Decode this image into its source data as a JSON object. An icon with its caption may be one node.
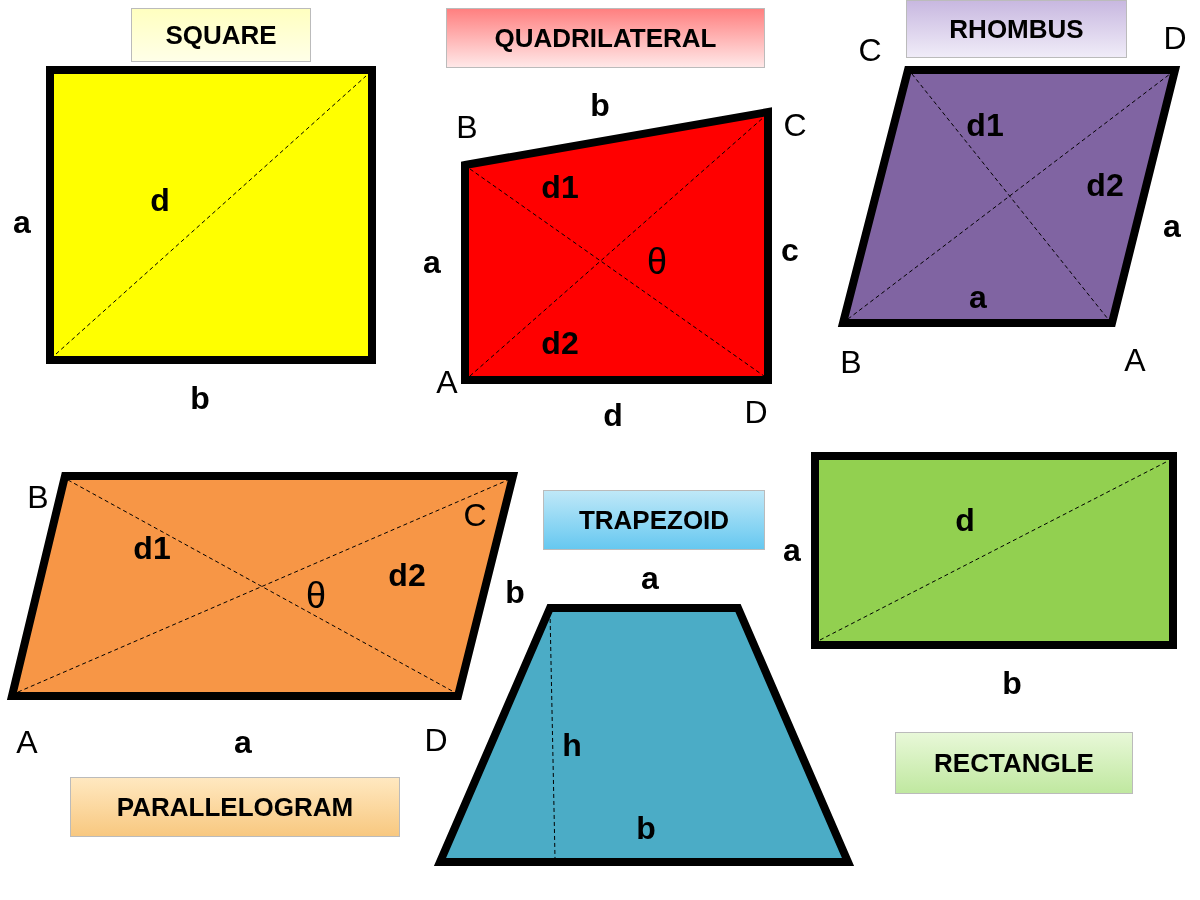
{
  "diagram": {
    "nodes": [
      {
        "text": [
          "SQUARE"
        ]
      },
      {
        "text": [
          "d"
        ],
        "beside": [
          "a",
          "b"
        ]
      },
      {
        "text": [
          "QUADRILATERAL"
        ]
      },
      {
        "text": [
          "d1",
          "θ",
          "d2"
        ],
        "beside": [
          "B",
          "b",
          "C",
          "a",
          "c",
          "A",
          "d",
          "D"
        ]
      },
      {
        "text": [
          "RHOMBUS"
        ]
      },
      {
        "text": [
          "d1",
          "d2",
          "a"
        ],
        "beside": [
          "C",
          "D",
          "a",
          "B",
          "A"
        ]
      },
      {
        "text": [
          "C",
          "d1",
          "θ",
          "d2"
        ],
        "beside": [
          "B",
          "b",
          "A",
          "a"
        ]
      },
      {
        "text": [
          "TRAPEZOID"
        ]
      },
      {
        "text": [
          "h",
          "b"
        ],
        "beside": [
          "a"
        ]
      },
      {
        "text": [
          "d"
        ],
        "beside": [
          "a",
          "b"
        ]
      },
      {
        "text": [
          "PARALLELOGRAM"
        ]
      },
      {
        "text": [
          "RECTANGLE"
        ]
      }
    ],
    "labels": [
      "D"
    ]
  }
}
